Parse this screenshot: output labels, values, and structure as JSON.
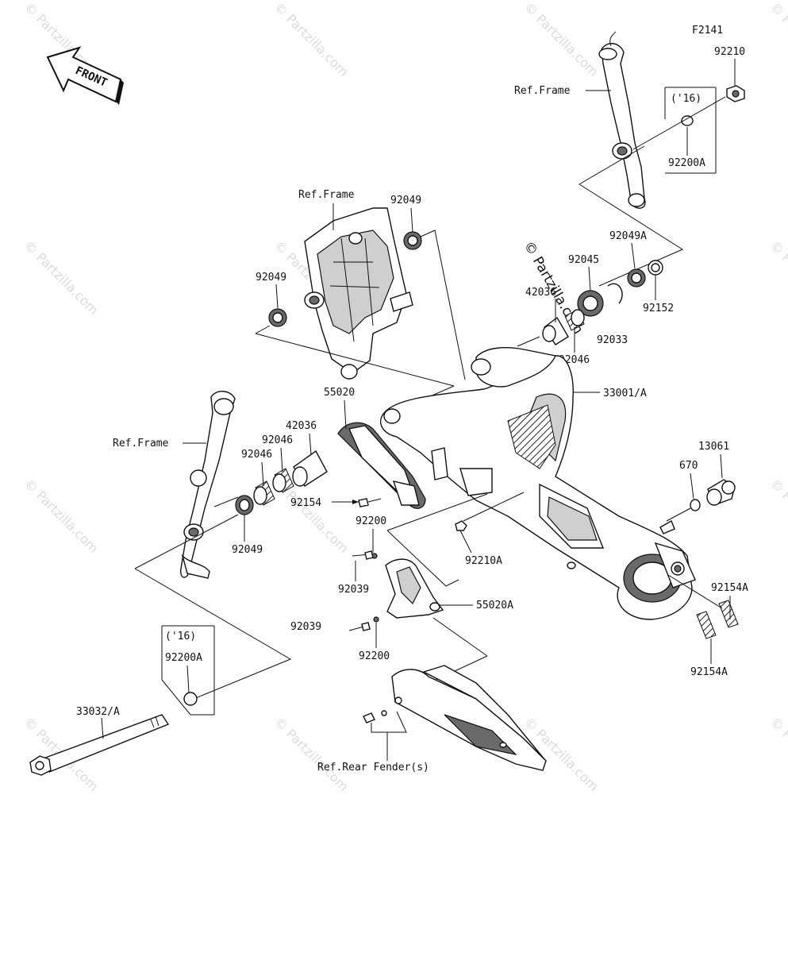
{
  "figure_code": "F2141",
  "front_arrow": {
    "label": "FRONT",
    "icon": "front-arrow-icon"
  },
  "watermark": "© Partzilla.com",
  "center_watermark": "© Partzilla.com",
  "labels": {
    "ref_frame_top": "Ref.Frame",
    "n92210": "92210",
    "y16_top": "('16)",
    "n92200A_top": "92200A",
    "ref_frame_mid": "Ref.Frame",
    "n92049_top": "92049",
    "n92049_left": "92049",
    "n92049A": "92049A",
    "n92045": "92045",
    "n42036_top": "42036",
    "n92152": "92152",
    "n92033": "92033",
    "n92046_top": "92046",
    "n33001A": "33001/A",
    "n55020": "55020",
    "n42036_mid": "42036",
    "n92046_a": "92046",
    "n92046_b": "92046",
    "ref_frame_left": "Ref.Frame",
    "n92154": "92154",
    "n92049_bottom": "92049",
    "n92200_a": "92200",
    "n92210A": "92210A",
    "n92039_a": "92039",
    "n55020A": "55020A",
    "n92039_b": "92039",
    "n92200_b": "92200",
    "n13061": "13061",
    "n670": "670",
    "n92154A_a": "92154A",
    "n92154A_b": "92154A",
    "y16_bottom": "('16)",
    "n92200A_bottom": "92200A",
    "n33032A": "33032/A",
    "ref_rear_fender": "Ref.Rear Fender(s)"
  }
}
